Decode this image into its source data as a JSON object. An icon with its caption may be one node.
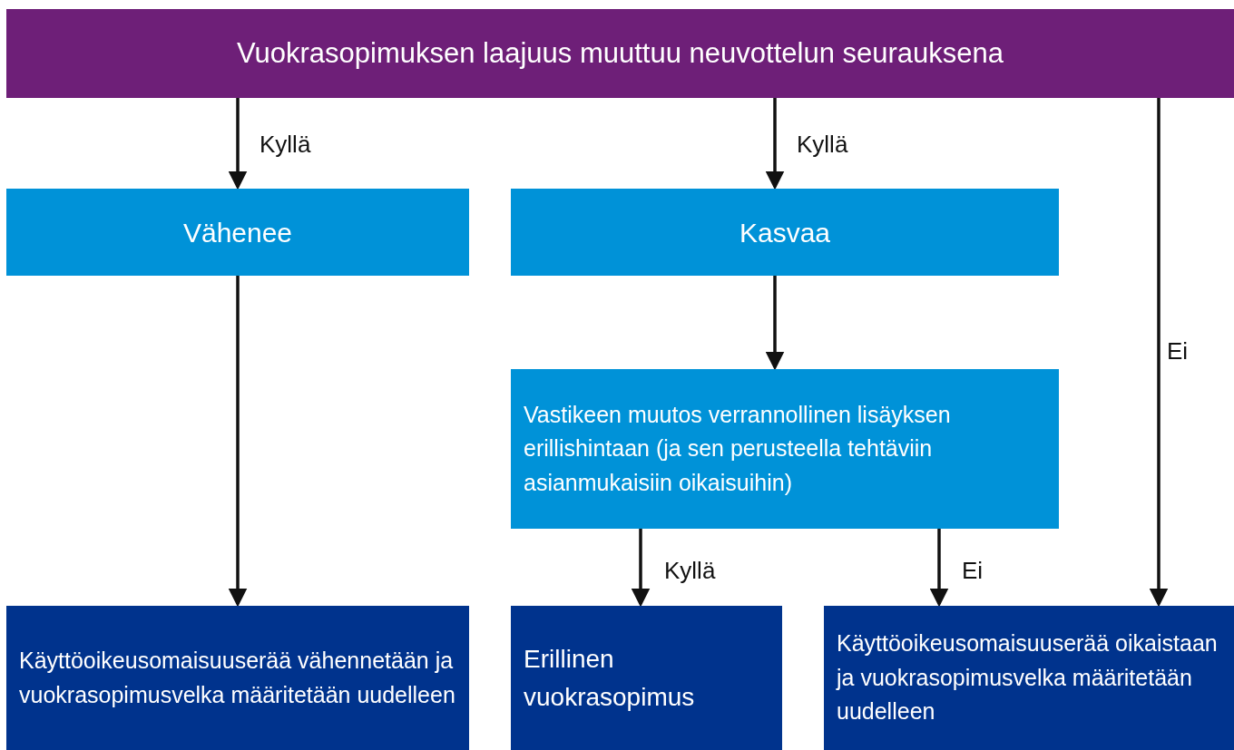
{
  "diagram": {
    "nodes": [
      {
        "text": [
          "Vuokrasopimuksen laajuus muuttuu neuvottelun seurauksena"
        ]
      },
      {
        "text": [
          "Vähenee"
        ]
      },
      {
        "text": [
          "Kasvaa"
        ]
      },
      {
        "text": [
          "Vastikeen muutos verrannollinen lisäyksen erillishintaan (ja sen perusteella tehtäviin asianmukaisiin oikaisuihin)"
        ]
      },
      {
        "text": [
          "Käyttöoikeusomaisuuserää vähennetään ja vuokrasopimusvelka määritetään uudelleen"
        ]
      },
      {
        "text": [
          "Erillinen vuokrasopimus"
        ]
      },
      {
        "text": [
          "Käyttöoikeusomaisuuserää oikaistaan ja vuokrasopimusvelka määritetään uudelleen"
        ]
      }
    ],
    "edges": [
      {
        "from": 0,
        "to": 1,
        "arrow": "to",
        "label": "Kyllä"
      },
      {
        "from": 0,
        "to": 2,
        "arrow": "to",
        "label": "Kyllä"
      },
      {
        "from": 0,
        "to": 6,
        "arrow": "to",
        "label": "Ei"
      },
      {
        "from": 1,
        "to": 4,
        "arrow": "to"
      },
      {
        "from": 2,
        "to": 3,
        "arrow": "to"
      },
      {
        "from": 3,
        "to": 5,
        "arrow": "to",
        "label": "Kyllä"
      },
      {
        "from": 3,
        "to": 6,
        "arrow": "to",
        "label": "Ei"
      }
    ]
  }
}
